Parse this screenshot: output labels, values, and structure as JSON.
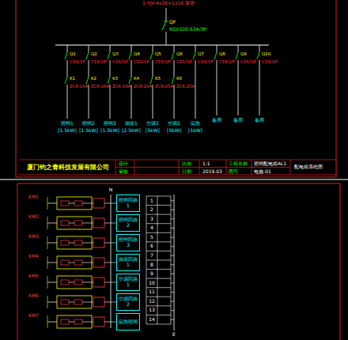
{
  "diagram": {
    "nodes": [
      {
        "text": [
          "厦门钧之青科技发展有限公司"
        ]
      },
      {
        "text": [
          "照明回路1"
        ]
      },
      {
        "text": [
          "照明回路2"
        ]
      },
      {
        "text": [
          "照明回路3"
        ]
      },
      {
        "text": [
          "插座回路1"
        ]
      },
      {
        "text": [
          "空调回路1"
        ]
      },
      {
        "text": [
          "空调回路2"
        ]
      },
      {
        "text": [
          "应急照明"
        ]
      }
    ],
    "labels": [
      "1 YJV-4x35+1x16 穿管",
      "QF",
      "NSX100-63A/3P",
      "Q1",
      "C16/1P",
      "K1",
      "ZCK-16A",
      "Q2",
      "C16/1P",
      "K2",
      "ZCK-16A",
      "Q3",
      "C16/1P",
      "K3",
      "ZCK-16A",
      "Q4",
      "C20/1P",
      "K4",
      "ZCK-20A",
      "Q5",
      "C25/1P",
      "K5",
      "ZCK-25A",
      "Q6",
      "C25/1P",
      "K6",
      "ZCK-25A",
      "Q7",
      "C16/1P",
      "Q8",
      "C16/1P",
      "Q9",
      "C16/1P",
      "Q10",
      "C16/1P",
      "照明1",
      "[1.5kW]",
      "照明2",
      "[1.5kW]",
      "照明3",
      "[1.5kW]",
      "插座1",
      "[2.5kW]",
      "空调1",
      "[5kW]",
      "空调2",
      "[5kW]",
      "应急",
      "[1kW]",
      "备用",
      "备用",
      "备用",
      "设计",
      "审核",
      "比例",
      "1:1",
      "日期",
      "2019.03",
      "工程名称",
      "照明配电箱AL1",
      "图号",
      "电施-01",
      "配电箱系统图",
      "N",
      "KM1",
      "KM2",
      "KM3",
      "KM4",
      "KM5",
      "KM6",
      "KM7",
      "1",
      "2",
      "3",
      "4",
      "5",
      "6",
      "7",
      "8",
      "9",
      "10",
      "11",
      "12",
      "13",
      "14",
      "E"
    ]
  }
}
